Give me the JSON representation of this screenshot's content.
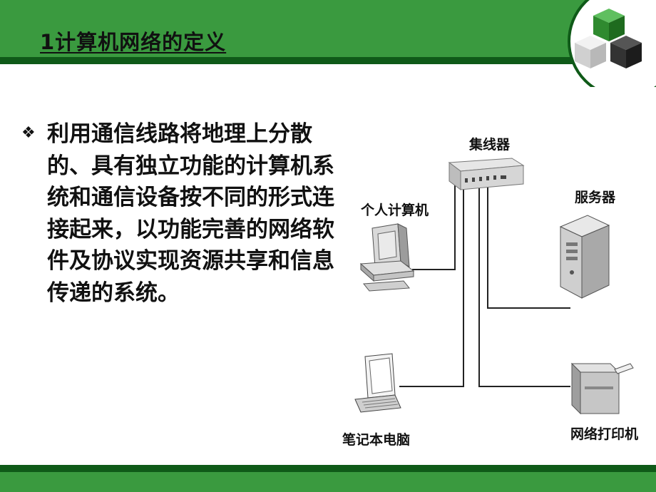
{
  "slide": {
    "title": "1计算机网络的定义",
    "bullet_symbol": "❖",
    "bullet_text": "利用通信线路将地理上分散的、具有独立功能的计算机系统和通信设备按不同的形式连接起来，以功能完善的网络软件及协议实现资源共享和信息传递的系统。"
  },
  "diagram": {
    "hub_label": "集线器",
    "pc_label": "个人计算机",
    "server_label": "服务器",
    "laptop_label": "笔记本电脑",
    "printer_label": "网络打印机"
  },
  "colors": {
    "header_green": "#3a9a3f",
    "dark_green": "#0f5a18"
  }
}
